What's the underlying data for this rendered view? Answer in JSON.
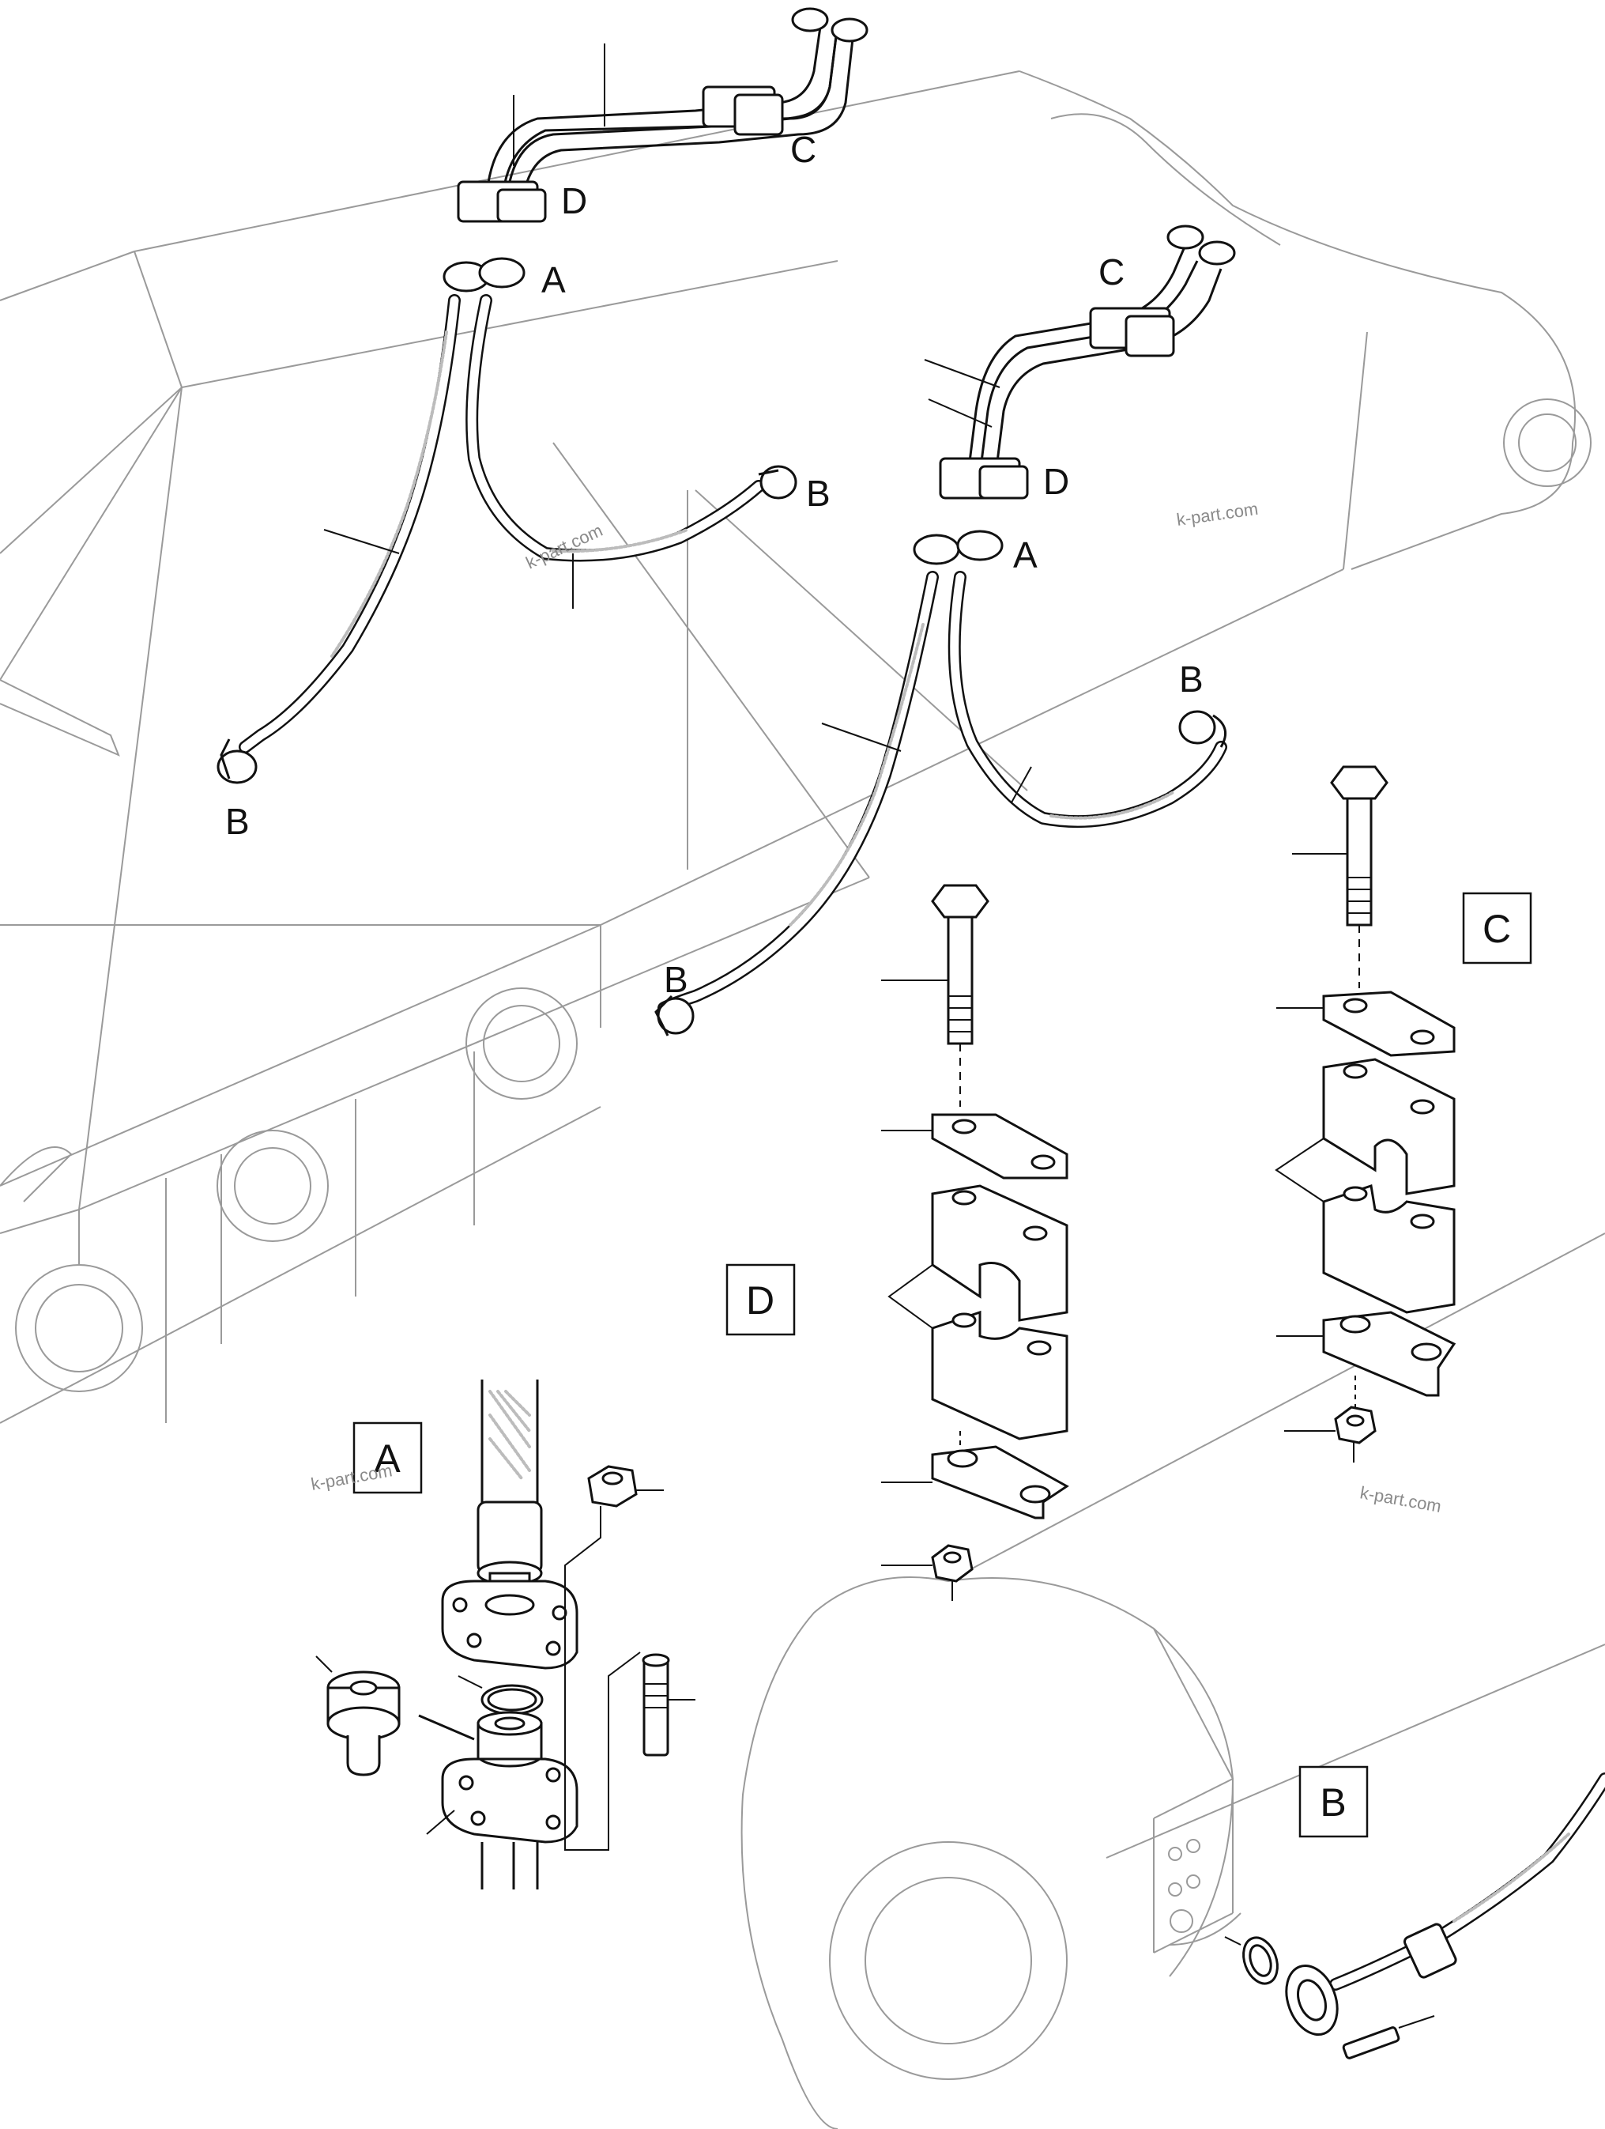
{
  "callouts": {
    "A": "A",
    "B": "B",
    "C": "C",
    "D": "D"
  },
  "detail_boxes": {
    "A": "A",
    "B": "B",
    "C": "C",
    "D": "D"
  },
  "watermark": "k-part.com"
}
